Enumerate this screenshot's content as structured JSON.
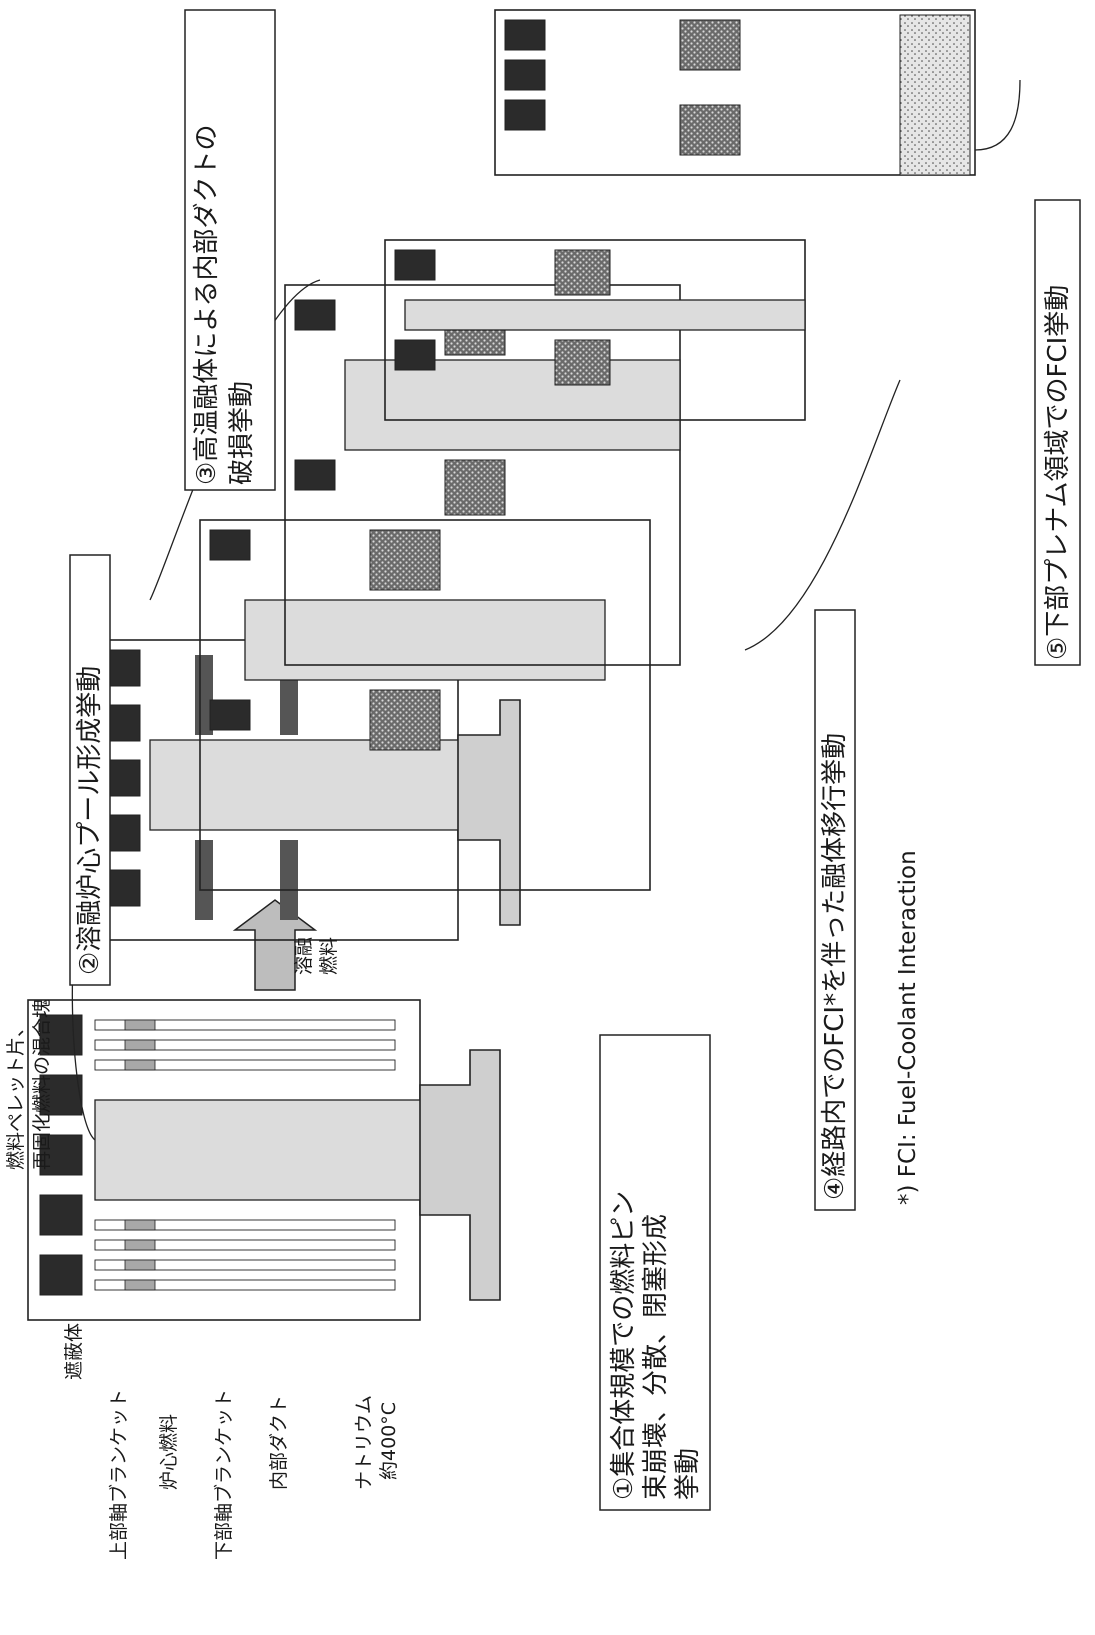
{
  "labels": {
    "shield": "遮蔽体",
    "upper_blanket": "上部軸ブランケット",
    "core_fuel": "炉心燃料",
    "lower_blanket": "下部軸ブランケット",
    "inner_duct": "内部ダクト",
    "sodium_1": "ナトリウム",
    "sodium_2": "約400°C",
    "mixture_1": "燃料ペレット片、",
    "mixture_2": "再固化燃料の混合塊",
    "molten_fuel_1": "溶融",
    "molten_fuel_2": "燃料"
  },
  "stages": {
    "s1_line1": "①集合体規模での燃料ピン",
    "s1_line2": "束崩壊、分散、閉塞形成",
    "s1_line3": "挙動",
    "s2": "②溶融炉心プール形成挙動",
    "s3_line1": "③高温融体による内部ダクトの",
    "s3_line2": "破損挙動",
    "s4": "④経路内でのFCI*を伴った融体移行挙動",
    "s5": "⑤下部プレナム領域でのFCI挙動"
  },
  "footnote": "*) FCI: Fuel-Coolant Interaction",
  "colors": {
    "shield": "#2b2b2b",
    "sodium": "#cfcfcf",
    "blanket": "#a8a8a8",
    "arrow": "#bdbdbd"
  }
}
